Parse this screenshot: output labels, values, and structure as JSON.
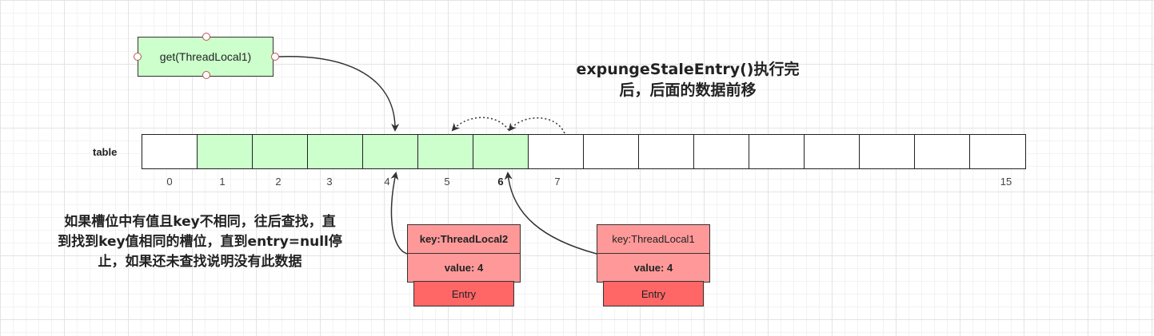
{
  "get_node": {
    "label": "get(ThreadLocal1)"
  },
  "table": {
    "label": "table",
    "cells": [
      {
        "filled": false
      },
      {
        "filled": true
      },
      {
        "filled": true
      },
      {
        "filled": true
      },
      {
        "filled": true
      },
      {
        "filled": true
      },
      {
        "filled": true
      },
      {
        "filled": false
      },
      {
        "filled": false
      },
      {
        "filled": false
      },
      {
        "filled": false
      },
      {
        "filled": false
      },
      {
        "filled": false
      },
      {
        "filled": false
      },
      {
        "filled": false
      },
      {
        "filled": false
      }
    ],
    "indices": [
      "0",
      "1",
      "2",
      "3",
      "4",
      "5",
      "6",
      "7",
      "15"
    ]
  },
  "notes": {
    "top_line1": "expungeStaleEntry()执行完",
    "top_line2": "后，后面的数据前移",
    "left_line1": "如果槽位中有值且key不相同，往后查找，直",
    "left_line2": "到找到key值相同的槽位，直到entry=null停",
    "left_line3": "止，如果还未查找说明没有此数据"
  },
  "entries": [
    {
      "key": "key:ThreadLocal2",
      "value": "value: 4",
      "footer": "Entry"
    },
    {
      "key": "key:ThreadLocal1",
      "value": "value: 4",
      "footer": "Entry"
    }
  ],
  "colors": {
    "cell_filled": "#ccffcc",
    "entry_body": "#ff9999",
    "entry_footer": "#ff6666",
    "port_border": "#b85450"
  }
}
